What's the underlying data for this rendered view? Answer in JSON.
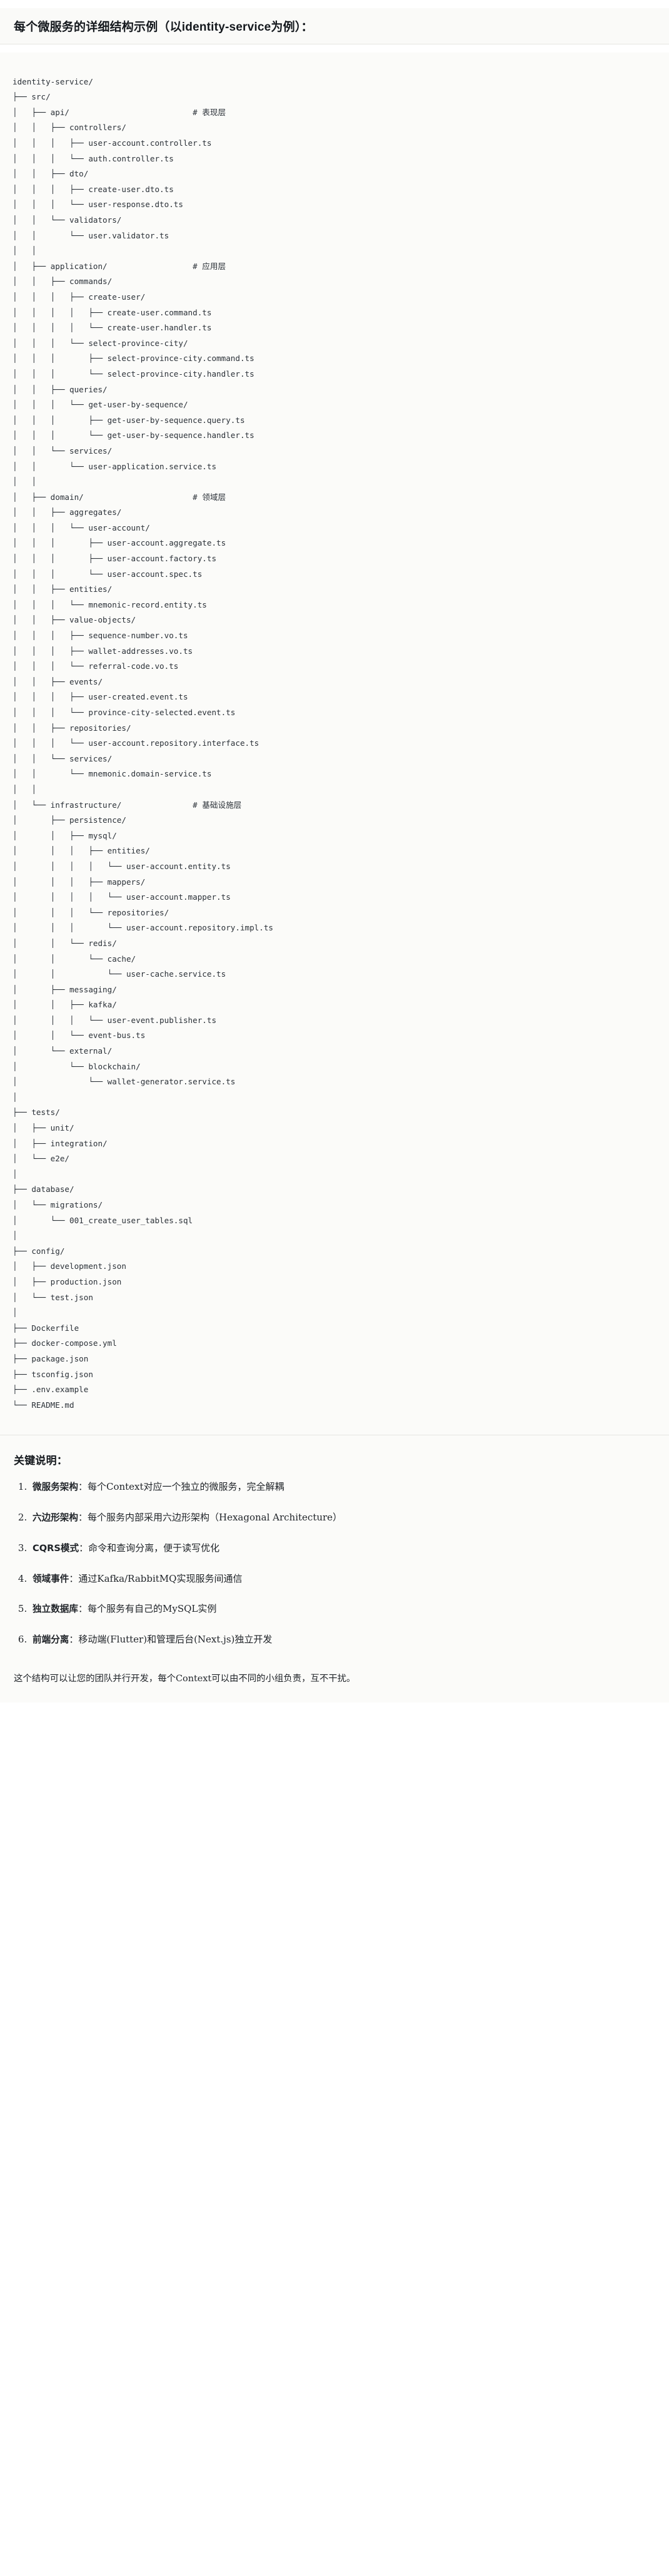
{
  "heading": "每个微服务的详细结构示例（以identity-service为例）：",
  "tree": {
    "lines": [
      "identity-service/",
      "├── src/",
      "│   ├── api/                          # 表现层",
      "│   │   ├── controllers/",
      "│   │   │   ├── user-account.controller.ts",
      "│   │   │   └── auth.controller.ts",
      "│   │   ├── dto/",
      "│   │   │   ├── create-user.dto.ts",
      "│   │   │   └── user-response.dto.ts",
      "│   │   └── validators/",
      "│   │       └── user.validator.ts",
      "│   │",
      "│   ├── application/                  # 应用层",
      "│   │   ├── commands/",
      "│   │   │   ├── create-user/",
      "│   │   │   │   ├── create-user.command.ts",
      "│   │   │   │   └── create-user.handler.ts",
      "│   │   │   └── select-province-city/",
      "│   │   │       ├── select-province-city.command.ts",
      "│   │   │       └── select-province-city.handler.ts",
      "│   │   ├── queries/",
      "│   │   │   └── get-user-by-sequence/",
      "│   │   │       ├── get-user-by-sequence.query.ts",
      "│   │   │       └── get-user-by-sequence.handler.ts",
      "│   │   └── services/",
      "│   │       └── user-application.service.ts",
      "│   │",
      "│   ├── domain/                       # 领域层",
      "│   │   ├── aggregates/",
      "│   │   │   └── user-account/",
      "│   │   │       ├── user-account.aggregate.ts",
      "│   │   │       ├── user-account.factory.ts",
      "│   │   │       └── user-account.spec.ts",
      "│   │   ├── entities/",
      "│   │   │   └── mnemonic-record.entity.ts",
      "│   │   ├── value-objects/",
      "│   │   │   ├── sequence-number.vo.ts",
      "│   │   │   ├── wallet-addresses.vo.ts",
      "│   │   │   └── referral-code.vo.ts",
      "│   │   ├── events/",
      "│   │   │   ├── user-created.event.ts",
      "│   │   │   └── province-city-selected.event.ts",
      "│   │   ├── repositories/",
      "│   │   │   └── user-account.repository.interface.ts",
      "│   │   └── services/",
      "│   │       └── mnemonic.domain-service.ts",
      "│   │",
      "│   └── infrastructure/               # 基础设施层",
      "│       ├── persistence/",
      "│       │   ├── mysql/",
      "│       │   │   ├── entities/",
      "│       │   │   │   └── user-account.entity.ts",
      "│       │   │   ├── mappers/",
      "│       │   │   │   └── user-account.mapper.ts",
      "│       │   │   └── repositories/",
      "│       │   │       └── user-account.repository.impl.ts",
      "│       │   └── redis/",
      "│       │       └── cache/",
      "│       │           └── user-cache.service.ts",
      "│       ├── messaging/",
      "│       │   ├── kafka/",
      "│       │   │   └── user-event.publisher.ts",
      "│       │   └── event-bus.ts",
      "│       └── external/",
      "│           └── blockchain/",
      "│               └── wallet-generator.service.ts",
      "│",
      "├── tests/",
      "│   ├── unit/",
      "│   ├── integration/",
      "│   └── e2e/",
      "│",
      "├── database/",
      "│   └── migrations/",
      "│       └── 001_create_user_tables.sql",
      "│",
      "├── config/",
      "│   ├── development.json",
      "│   ├── production.json",
      "│   └── test.json",
      "│",
      "├── Dockerfile",
      "├── docker-compose.yml",
      "├── package.json",
      "├── tsconfig.json",
      "├── .env.example",
      "└── README.md"
    ]
  },
  "keys": {
    "title": "关键说明：",
    "items": [
      {
        "term": "微服务架构",
        "desc": "：每个Context对应一个独立的微服务，完全解耦"
      },
      {
        "term": "六边形架构",
        "desc": "：每个服务内部采用六边形架构（Hexagonal Architecture）"
      },
      {
        "term": "CQRS模式",
        "desc": "：命令和查询分离，便于读写优化"
      },
      {
        "term": "领域事件",
        "desc": "：通过Kafka/RabbitMQ实现服务间通信"
      },
      {
        "term": "独立数据库",
        "desc": "：每个服务有自己的MySQL实例"
      },
      {
        "term": "前端分离",
        "desc": "：移动端(Flutter)和管理后台(Next.js)独立开发"
      }
    ]
  },
  "closing": "这个结构可以让您的团队并行开发，每个Context可以由不同的小组负责，互不干扰。"
}
